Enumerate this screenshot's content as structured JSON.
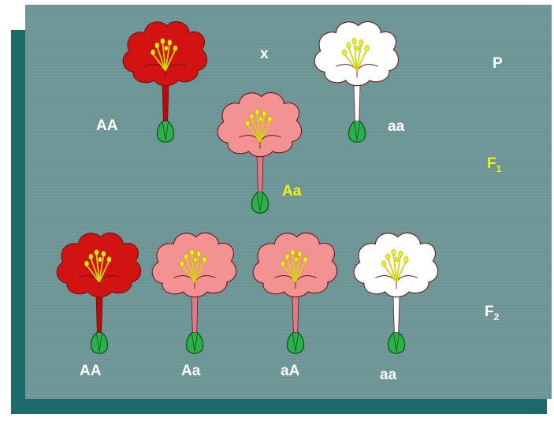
{
  "colors": {
    "red": "#d31212",
    "pink": "#f29292",
    "white": "#ffffff",
    "stem_red": "#b80b0b",
    "stem_pink": "#e07a8a",
    "yellow_label": "#f4f40a"
  },
  "parents": {
    "left_label": "AA",
    "cross_symbol": "x",
    "right_label": "aa",
    "generation": "P"
  },
  "f1": {
    "label": "Aa",
    "generation_letter": "F",
    "generation_sub": "1"
  },
  "f2": {
    "labels": [
      "AA",
      "Aa",
      "aA",
      "aa"
    ],
    "generation_letter": "F",
    "generation_sub": "2"
  }
}
